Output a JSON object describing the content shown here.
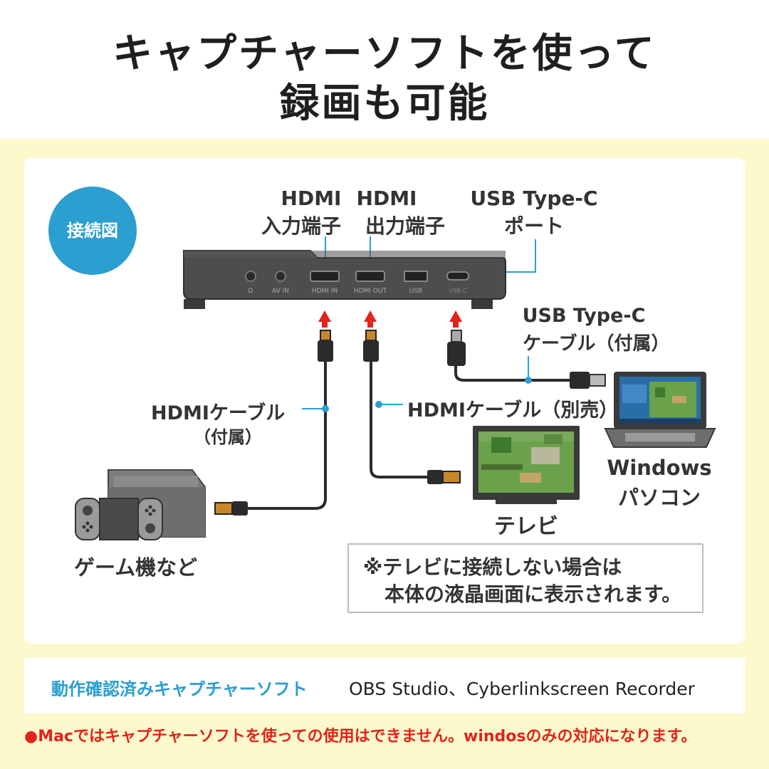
{
  "header": {
    "title_line1": "キャプチャーソフトを使って",
    "title_line2": "録画も可能"
  },
  "badge": {
    "label": "接続図"
  },
  "ports": {
    "hdmi_in_label_1": "HDMI",
    "hdmi_in_label_2": "入力端子",
    "hdmi_out_label_1": "HDMI",
    "hdmi_out_label_2": "出力端子",
    "usb_c_label_1": "USB Type-C",
    "usb_c_label_2": "ポート"
  },
  "device_ports": {
    "headphone": "Ω",
    "av_in": "AV IN",
    "hdmi_in": "HDMI IN",
    "hdmi_out": "HDMI OUT",
    "usb": "USB",
    "usb_c": "USB C"
  },
  "cables": {
    "usb_c_cable_1": "USB Type-C",
    "usb_c_cable_2": "ケーブル（付属）",
    "hdmi_cable_included_1": "HDMIケーブル",
    "hdmi_cable_included_2": "（付属）",
    "hdmi_cable_separate": "HDMIケーブル（別売）"
  },
  "devices": {
    "pc_1": "Windows",
    "pc_2": "パソコン",
    "tv": "テレビ",
    "game": "ゲーム機など"
  },
  "note": {
    "line1": "※テレビに接続しない場合は",
    "line2": "本体の液晶画面に表示されます。"
  },
  "software": {
    "label": "動作確認済みキャプチャーソフト",
    "value": "OBS Studio、Cyberlinkscreen Recorder"
  },
  "footer": {
    "warning": "●Macではキャプチャーソフトを使っての使用はできません。windosのみの対応になります。"
  },
  "colors": {
    "accent_blue": "#2a9fd0",
    "warning_red": "#e2231a",
    "background_yellow": "#fdf9cd",
    "device_gray": "#4a4a4a"
  }
}
